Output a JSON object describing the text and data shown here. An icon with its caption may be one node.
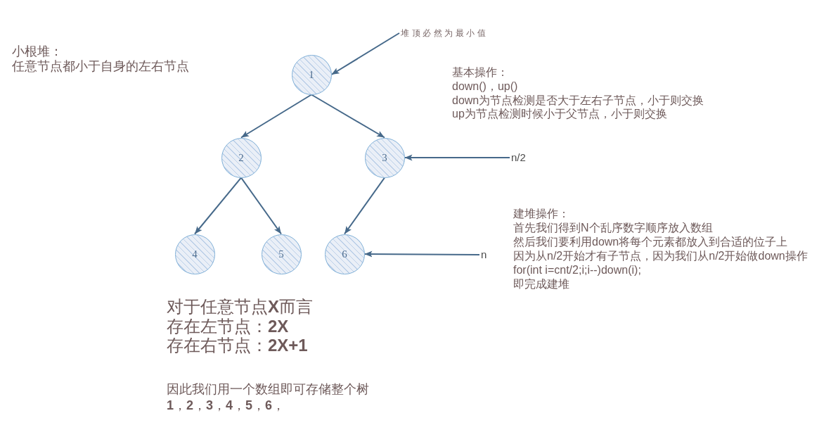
{
  "diagram": {
    "nodes": [
      {
        "text": [
          "堆顶必然为最小值"
        ]
      },
      {
        "text": [
          "1"
        ]
      },
      {
        "text": [
          "2"
        ]
      },
      {
        "text": [
          "3"
        ]
      },
      {
        "text": [
          "n/2"
        ]
      },
      {
        "text": [
          "4"
        ]
      },
      {
        "text": [
          "5"
        ]
      },
      {
        "text": [
          "6"
        ]
      },
      {
        "text": [
          "n"
        ]
      }
    ],
    "edges": [
      {
        "from": 0,
        "to": 1,
        "arrow": "to"
      },
      {
        "from": 1,
        "to": 2,
        "arrow": "to"
      },
      {
        "from": 1,
        "to": 3,
        "arrow": "to"
      },
      {
        "from": 4,
        "to": 3,
        "arrow": "to"
      },
      {
        "from": 2,
        "to": 5,
        "arrow": "to"
      },
      {
        "from": 2,
        "to": 6,
        "arrow": "to"
      },
      {
        "from": 3,
        "to": 7,
        "arrow": "to"
      },
      {
        "from": 8,
        "to": 7,
        "arrow": "to"
      }
    ],
    "labels": [
      "小根堆：",
      "任意节点都小于自身的左右节点",
      "基本操作：",
      "down()，up()",
      "down为节点检测是否大于左右子节点，小于则交换",
      "up为节点检测时候小于父节点，小于则交换",
      "建堆操作：",
      "首先我们得到N个乱序数字顺序放入数组",
      "然后我们要利用down将每个元素都放入到合适的位子上",
      "因为从n/2开始才有子节点，因为我们从n/2开始做down操作",
      "for(int i=cnt/2;i;i--)down(i);",
      "即完成建堆",
      "对于任意节点**X**而言",
      "存在左节点：**2X**",
      "存在右节点：**2X+1**",
      "因此我们用一个数组即可存储整个树",
      "**1**，**2**，**3**，**4**，**5**，**6**，"
    ]
  }
}
